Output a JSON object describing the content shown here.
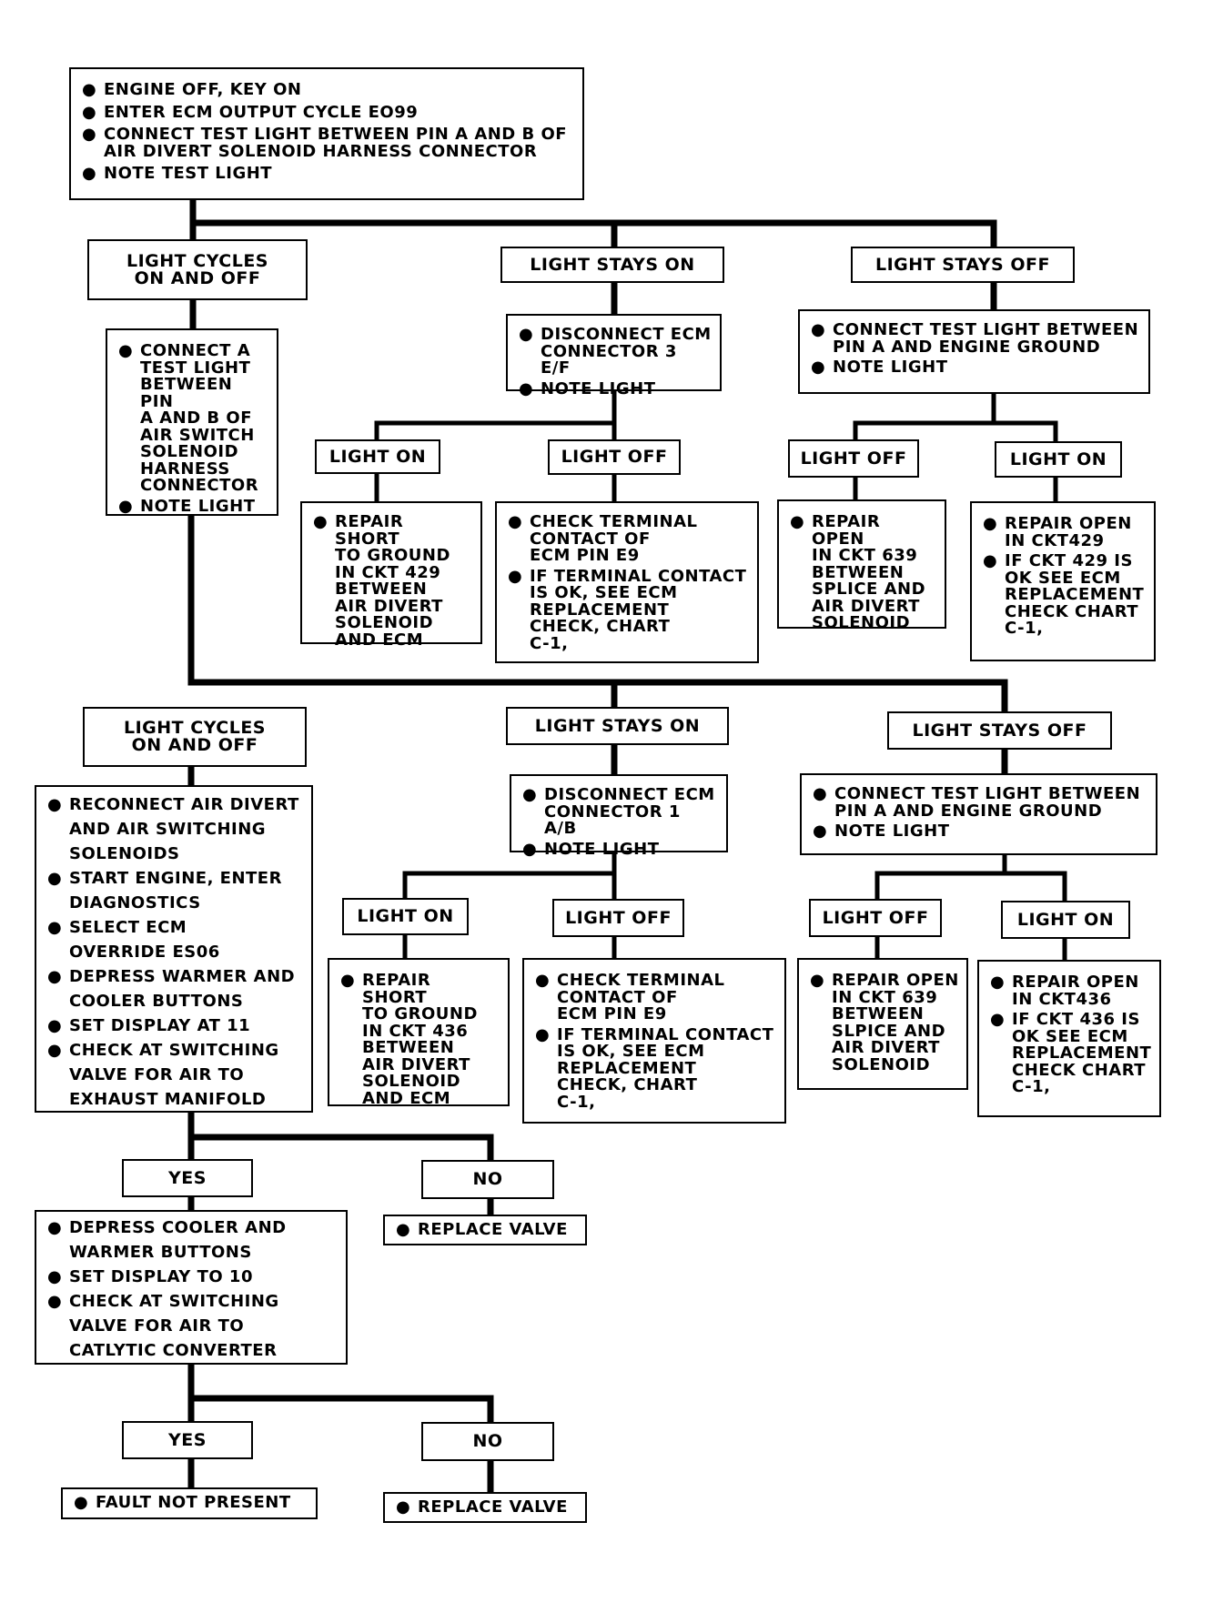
{
  "start": [
    "ENGINE OFF, KEY ON",
    "ENTER ECM OUTPUT CYCLE EO99",
    "CONNECT TEST LIGHT BETWEEN PIN A AND B  OF\nAIR DIVERT SOLENOID HARNESS CONNECTOR",
    "NOTE TEST LIGHT"
  ],
  "section1": {
    "cycles_label": "LIGHT CYCLES\nON AND OFF",
    "cycles_steps": [
      "CONNECT A\nTEST LIGHT\nBETWEEN PIN\nA AND B OF\nAIR SWITCH\nSOLENOID\nHARNESS\nCONNECTOR",
      "NOTE LIGHT"
    ],
    "stays_on_label": "LIGHT STAYS ON",
    "stays_on_steps": [
      "DISCONNECT ECM\nCONNECTOR 3 E/F",
      "NOTE LIGHT"
    ],
    "on_light_on_label": "LIGHT ON",
    "on_light_on_steps": [
      "REPAIR SHORT\nTO GROUND\nIN CKT 429\nBETWEEN\nAIR DIVERT\nSOLENOID\nAND ECM"
    ],
    "on_light_off_label": "LIGHT OFF",
    "on_light_off_steps": [
      "CHECK TERMINAL\nCONTACT OF\nECM PIN E9",
      "IF TERMINAL CONTACT\nIS OK, SEE ECM\nREPLACEMENT\nCHECK, CHART\nC-1,"
    ],
    "stays_off_label": "LIGHT STAYS OFF",
    "stays_off_steps": [
      "CONNECT TEST LIGHT BETWEEN\nPIN A AND ENGINE GROUND",
      "NOTE LIGHT"
    ],
    "off_light_off_label": "LIGHT OFF",
    "off_light_off_steps": [
      "REPAIR OPEN\nIN CKT 639\nBETWEEN\nSPLICE AND\nAIR DIVERT\nSOLENOID"
    ],
    "off_light_on_label": "LIGHT ON",
    "off_light_on_steps": [
      "REPAIR OPEN\nIN CKT429",
      "IF CKT 429 IS\nOK SEE ECM\nREPLACEMENT\nCHECK CHART\nC-1,"
    ]
  },
  "section2": {
    "cycles_label": "LIGHT CYCLES\nON AND OFF",
    "cycles_steps": [
      "RECONNECT AIR DIVERT\nAND AIR SWITCHING\nSOLENOIDS",
      "START ENGINE, ENTER\nDIAGNOSTICS",
      "SELECT ECM\nOVERRIDE ES06",
      "DEPRESS WARMER AND\nCOOLER BUTTONS",
      "SET DISPLAY AT 11",
      "CHECK AT SWITCHING\nVALVE FOR AIR TO\nEXHAUST MANIFOLD"
    ],
    "stays_on_label": "LIGHT STAYS ON",
    "stays_on_steps": [
      "DISCONNECT ECM\nCONNECTOR 1 A/B",
      "NOTE LIGHT"
    ],
    "on_light_on_label": "LIGHT ON",
    "on_light_on_steps": [
      "REPAIR SHORT\nTO GROUND\nIN CKT 436\nBETWEEN\nAIR DIVERT\nSOLENOID\nAND ECM"
    ],
    "on_light_off_label": "LIGHT OFF",
    "on_light_off_steps": [
      "CHECK TERMINAL\nCONTACT OF\nECM PIN E9",
      "IF TERMINAL CONTACT\nIS OK, SEE ECM\nREPLACEMENT\nCHECK, CHART\nC-1,"
    ],
    "stays_off_label": "LIGHT STAYS OFF",
    "stays_off_steps": [
      "CONNECT TEST LIGHT BETWEEN\nPIN A AND ENGINE GROUND",
      "NOTE LIGHT"
    ],
    "off_light_off_label": "LIGHT OFF",
    "off_light_off_steps": [
      "REPAIR OPEN\nIN CKT 639\nBETWEEN\nSLPICE AND\nAIR DIVERT\nSOLENOID"
    ],
    "off_light_on_label": "LIGHT ON",
    "off_light_on_steps": [
      "REPAIR OPEN\nIN CKT436",
      "IF CKT 436 IS\nOK SEE ECM\nREPLACEMENT\nCHECK CHART\nC-1,"
    ]
  },
  "section3": {
    "yes_label": "YES",
    "no_label": "NO",
    "no_steps": [
      "REPLACE VALVE"
    ],
    "yes_steps": [
      "DEPRESS COOLER AND\nWARMER  BUTTONS",
      "SET DISPLAY TO 10",
      "CHECK AT SWITCHING\nVALVE FOR AIR TO\nCATLYTIC CONVERTER"
    ]
  },
  "section4": {
    "yes_label": "YES",
    "no_label": "NO",
    "yes_steps": [
      "FAULT NOT PRESENT"
    ],
    "no_steps": [
      "REPLACE VALVE"
    ]
  }
}
